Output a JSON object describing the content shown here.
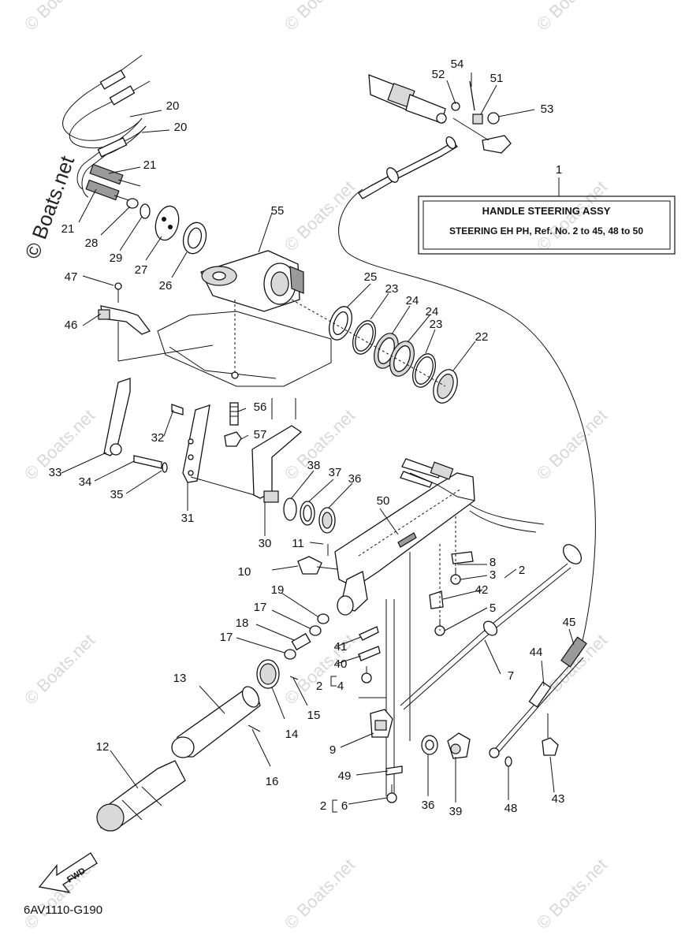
{
  "diagram": {
    "code": "6AV1110-G190",
    "fwd_label": "FWD",
    "assembly_box": {
      "title": "HANDLE STEERING ASSY",
      "subtitle": "STEERING EH PH,  Ref. No. 2 to 45, 48 to 50"
    },
    "watermark": "© Boats.net",
    "watermark_small": "© Boats.net",
    "callouts": [
      {
        "id": "c1",
        "text": "1"
      },
      {
        "id": "c2a",
        "text": "2"
      },
      {
        "id": "c2b",
        "text": "2"
      },
      {
        "id": "c2c",
        "text": "2"
      },
      {
        "id": "c3",
        "text": "3"
      },
      {
        "id": "c4",
        "text": "4"
      },
      {
        "id": "c5",
        "text": "5"
      },
      {
        "id": "c6",
        "text": "6"
      },
      {
        "id": "c7",
        "text": "7"
      },
      {
        "id": "c8",
        "text": "8"
      },
      {
        "id": "c9",
        "text": "9"
      },
      {
        "id": "c10",
        "text": "10"
      },
      {
        "id": "c11",
        "text": "11"
      },
      {
        "id": "c12",
        "text": "12"
      },
      {
        "id": "c13",
        "text": "13"
      },
      {
        "id": "c14",
        "text": "14"
      },
      {
        "id": "c15",
        "text": "15"
      },
      {
        "id": "c16",
        "text": "16"
      },
      {
        "id": "c17a",
        "text": "17"
      },
      {
        "id": "c17b",
        "text": "17"
      },
      {
        "id": "c18",
        "text": "18"
      },
      {
        "id": "c19",
        "text": "19"
      },
      {
        "id": "c20a",
        "text": "20"
      },
      {
        "id": "c20b",
        "text": "20"
      },
      {
        "id": "c21a",
        "text": "21"
      },
      {
        "id": "c21b",
        "text": "21"
      },
      {
        "id": "c22",
        "text": "22"
      },
      {
        "id": "c23a",
        "text": "23"
      },
      {
        "id": "c23b",
        "text": "23"
      },
      {
        "id": "c24a",
        "text": "24"
      },
      {
        "id": "c24b",
        "text": "24"
      },
      {
        "id": "c25",
        "text": "25"
      },
      {
        "id": "c26",
        "text": "26"
      },
      {
        "id": "c27",
        "text": "27"
      },
      {
        "id": "c28",
        "text": "28"
      },
      {
        "id": "c29",
        "text": "29"
      },
      {
        "id": "c30",
        "text": "30"
      },
      {
        "id": "c31",
        "text": "31"
      },
      {
        "id": "c32",
        "text": "32"
      },
      {
        "id": "c33",
        "text": "33"
      },
      {
        "id": "c34",
        "text": "34"
      },
      {
        "id": "c35",
        "text": "35"
      },
      {
        "id": "c36a",
        "text": "36"
      },
      {
        "id": "c36b",
        "text": "36"
      },
      {
        "id": "c37",
        "text": "37"
      },
      {
        "id": "c38",
        "text": "38"
      },
      {
        "id": "c39",
        "text": "39"
      },
      {
        "id": "c40",
        "text": "40"
      },
      {
        "id": "c41",
        "text": "41"
      },
      {
        "id": "c42",
        "text": "42"
      },
      {
        "id": "c43",
        "text": "43"
      },
      {
        "id": "c44",
        "text": "44"
      },
      {
        "id": "c45",
        "text": "45"
      },
      {
        "id": "c46",
        "text": "46"
      },
      {
        "id": "c47",
        "text": "47"
      },
      {
        "id": "c48",
        "text": "48"
      },
      {
        "id": "c49",
        "text": "49"
      },
      {
        "id": "c50",
        "text": "50"
      },
      {
        "id": "c51",
        "text": "51"
      },
      {
        "id": "c52",
        "text": "52"
      },
      {
        "id": "c53",
        "text": "53"
      },
      {
        "id": "c54",
        "text": "54"
      },
      {
        "id": "c55",
        "text": "55"
      },
      {
        "id": "c56",
        "text": "56"
      },
      {
        "id": "c57",
        "text": "57"
      }
    ]
  }
}
